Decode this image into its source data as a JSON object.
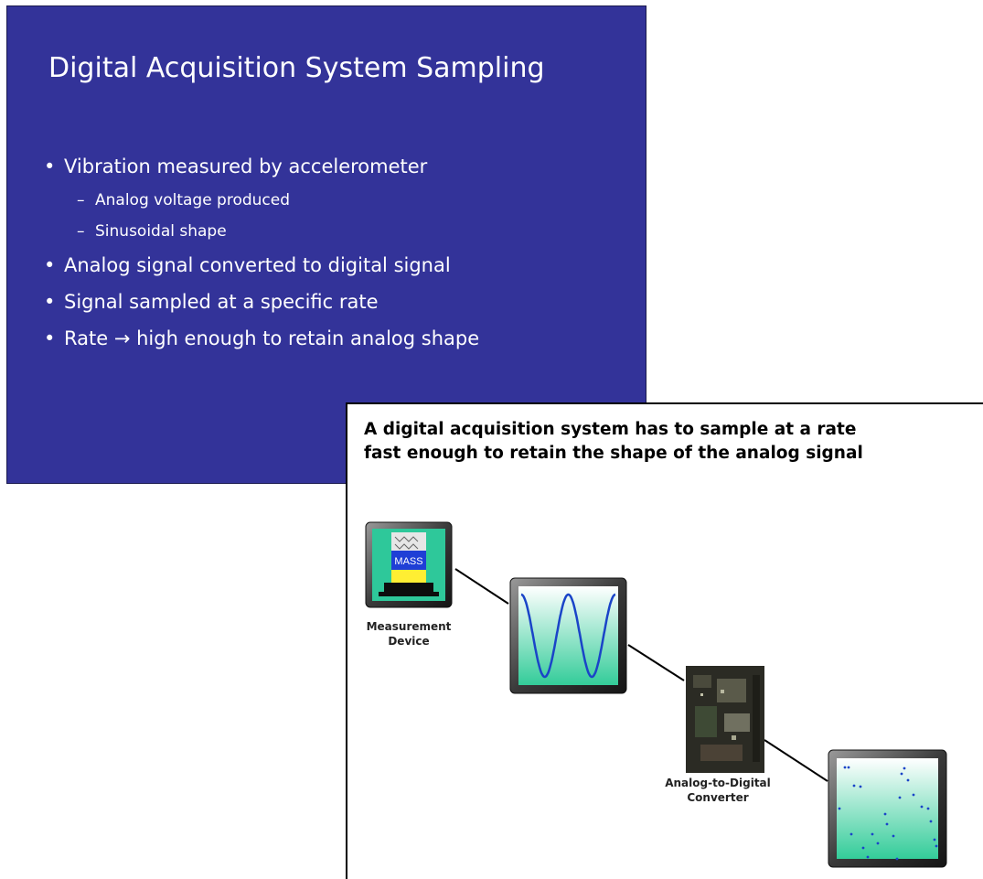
{
  "slide": {
    "title": "Digital Acquisition System Sampling",
    "bullets": [
      {
        "text": "Vibration measured by accelerometer",
        "sub": [
          "Analog voltage produced",
          "Sinusoidal shape"
        ]
      },
      {
        "text": "Analog signal converted to digital signal",
        "sub": []
      },
      {
        "text": "Signal sampled at a specific rate",
        "sub": []
      },
      {
        "text": "Rate → high enough to retain analog shape",
        "sub": []
      }
    ],
    "bullet_glyph": "•",
    "sub_glyph": "–"
  },
  "figure": {
    "caption_line1": "A digital acquisition system has to sample at a rate",
    "caption_line2": "fast enough to retain the shape of the analog signal",
    "mass_label": "MASS",
    "measurement_label_line1": "Measurement",
    "measurement_label_line2": "Device",
    "adc_label_line1": "Analog-to-Digital",
    "adc_label_line2": "Converter"
  },
  "colors": {
    "slide_bg": "#333399",
    "wave": "#1a44c8",
    "panel_top": "#ffffff",
    "panel_bottom": "#33cc99"
  }
}
